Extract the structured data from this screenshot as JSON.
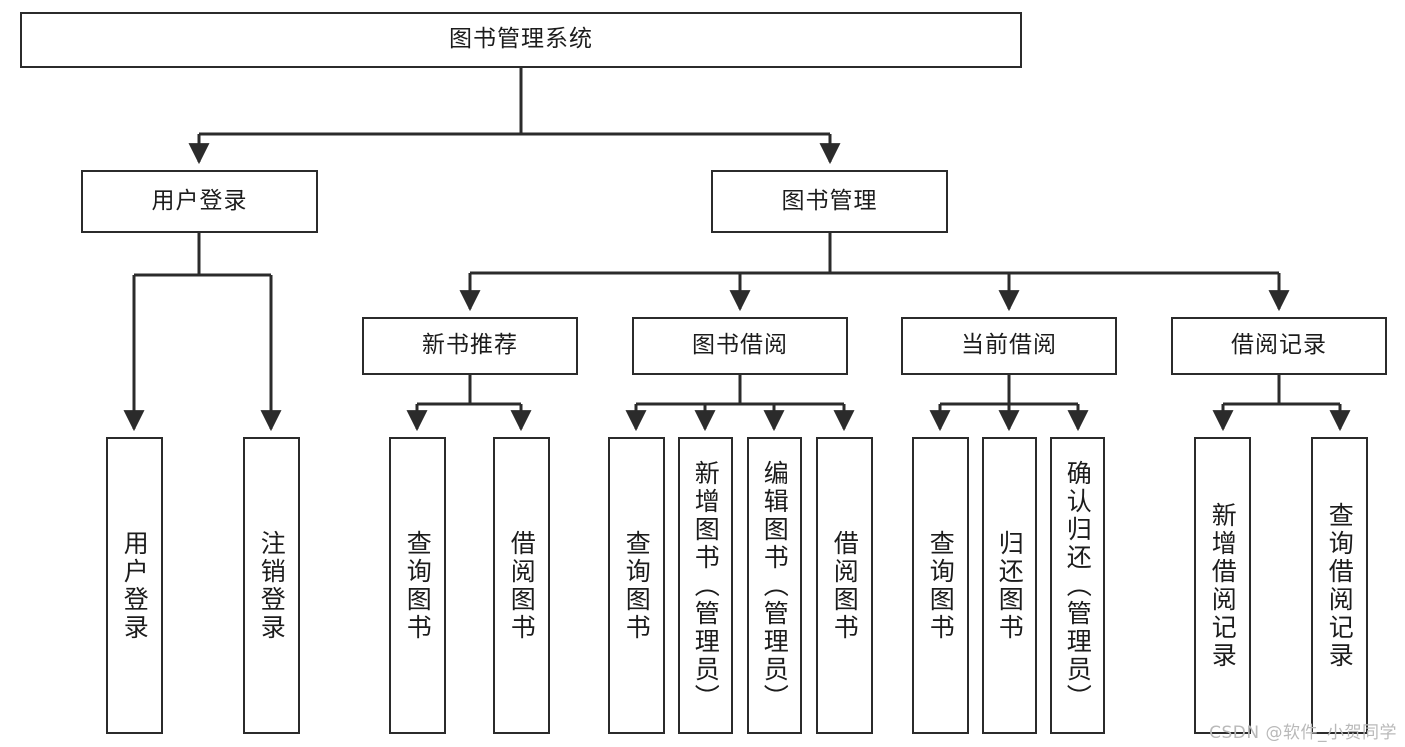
{
  "diagram": {
    "title": "图书管理系统",
    "type": "tree-hierarchy-flowchart",
    "colors": {
      "box_border": "#2b2b2b",
      "box_fill": "#ffffff",
      "edge": "#2b2b2b",
      "text": "#1c1c1c",
      "watermark": "#b9b9b9",
      "background": "#ffffff"
    },
    "nodes": {
      "root": {
        "label": "图书管理系统"
      },
      "level2": [
        {
          "id": "user-login",
          "label": "用户登录"
        },
        {
          "id": "book-manage",
          "label": "图书管理"
        }
      ],
      "level3": [
        {
          "id": "new-book-recommend",
          "label": "新书推荐"
        },
        {
          "id": "book-borrow",
          "label": "图书借阅"
        },
        {
          "id": "current-borrow",
          "label": "当前借阅"
        },
        {
          "id": "borrow-record",
          "label": "借阅记录"
        }
      ],
      "leaves": [
        {
          "id": "leaf-user-login",
          "label": "用户登录",
          "parent": "user-login"
        },
        {
          "id": "leaf-logout-login",
          "label": "注销登录",
          "parent": "user-login"
        },
        {
          "id": "leaf-query-book-1",
          "label": "查询图书",
          "parent": "new-book-recommend"
        },
        {
          "id": "leaf-borrow-book-1",
          "label": "借阅图书",
          "parent": "new-book-recommend"
        },
        {
          "id": "leaf-query-book-2",
          "label": "查询图书",
          "parent": "book-borrow"
        },
        {
          "id": "leaf-add-book",
          "label": "新增图书（管理员）",
          "parent": "book-borrow"
        },
        {
          "id": "leaf-edit-book",
          "label": "编辑图书（管理员）",
          "parent": "book-borrow"
        },
        {
          "id": "leaf-borrow-book-2",
          "label": "借阅图书",
          "parent": "book-borrow"
        },
        {
          "id": "leaf-query-book-3",
          "label": "查询图书",
          "parent": "current-borrow"
        },
        {
          "id": "leaf-return-book",
          "label": "归还图书",
          "parent": "current-borrow"
        },
        {
          "id": "leaf-confirm-return",
          "label": "确认归还（管理员）",
          "parent": "current-borrow"
        },
        {
          "id": "leaf-add-record",
          "label": "新增借阅记录",
          "parent": "borrow-record"
        },
        {
          "id": "leaf-query-record",
          "label": "查询借阅记录",
          "parent": "borrow-record"
        }
      ]
    },
    "watermark": "CSDN @软件_小贺同学"
  }
}
